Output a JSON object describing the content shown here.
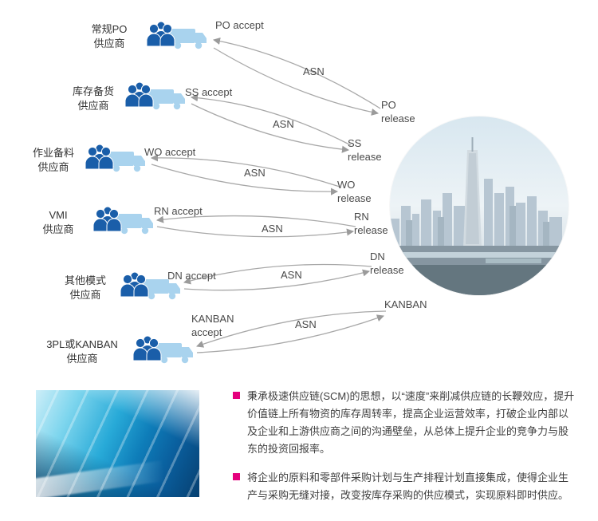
{
  "diagram": {
    "suppliers": [
      {
        "name": "常规PO\n供应商",
        "accept": "PO accept",
        "asn": "ASN",
        "release": "PO\nrelease"
      },
      {
        "name": "库存备货\n供应商",
        "accept": "SS accept",
        "asn": "ASN",
        "release": "SS\nrelease"
      },
      {
        "name": "作业备料\n供应商",
        "accept": "WO accept",
        "asn": "ASN",
        "release": "WO\nrelease"
      },
      {
        "name": "VMI\n供应商",
        "accept": "RN accept",
        "asn": "ASN",
        "release": "RN\nrelease"
      },
      {
        "name": "其他模式\n供应商",
        "accept": "DN accept",
        "asn": "ASN",
        "release": "DN\nrelease"
      },
      {
        "name": "3PL或KANBAN\n供应商",
        "accept": "KANBAN\naccept",
        "asn": "ASN",
        "release": "KANBAN"
      }
    ]
  },
  "notes": [
    {
      "text": "秉承极速供应链(SCM)的思想，以“速度”来削减供应链的长鞭效应，提升价值链上所有物资的库存周转率，提高企业运营效率，打破企业内部以及企业和上游供应商之间的沟通壁垒，从总体上提升企业的竞争力与股东的投资回报率。"
    },
    {
      "text": "将企业的原料和零部件采购计划与生产排程计划直接集成，使得企业生产与采购无缝对接，改变按库存采购的供应模式，实现原料即时供应。"
    }
  ],
  "colors": {
    "bullet_accent": "#e5007d",
    "people_blue": "#1a5ea9",
    "truck_blue": "#a9d3ee",
    "arrow_gray": "#9b9b9b"
  }
}
